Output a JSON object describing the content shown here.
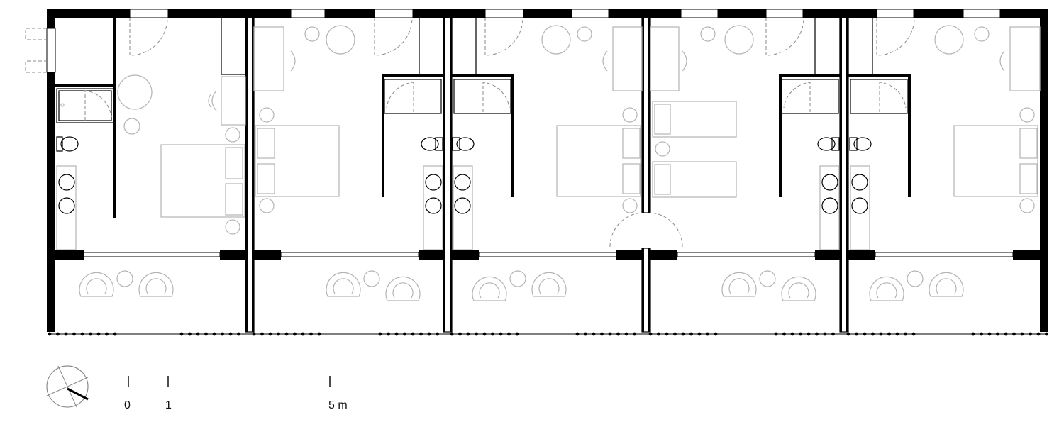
{
  "scale_bar": {
    "labels": [
      "0",
      "1",
      "5 m"
    ]
  },
  "colors": {
    "walls": "#000000",
    "furniture": "#b4b4b4",
    "doors": "#8a8a8a",
    "background": "#ffffff"
  },
  "icons": {
    "north_arrow": "north-arrow-icon"
  },
  "layout": {
    "room_count": 5,
    "furniture": {
      "room1": [
        "queen-bed",
        "desk",
        "armchair",
        "side-table"
      ],
      "room2": [
        "queen-bed",
        "desk",
        "armchair"
      ],
      "room3": [
        "queen-bed",
        "desk",
        "armchair"
      ],
      "room4": [
        "twin-beds",
        "desk",
        "armchair"
      ],
      "room5": [
        "queen-bed",
        "desk",
        "armchair"
      ]
    },
    "terrace_furniture": "two-armchairs-and-side-table"
  }
}
